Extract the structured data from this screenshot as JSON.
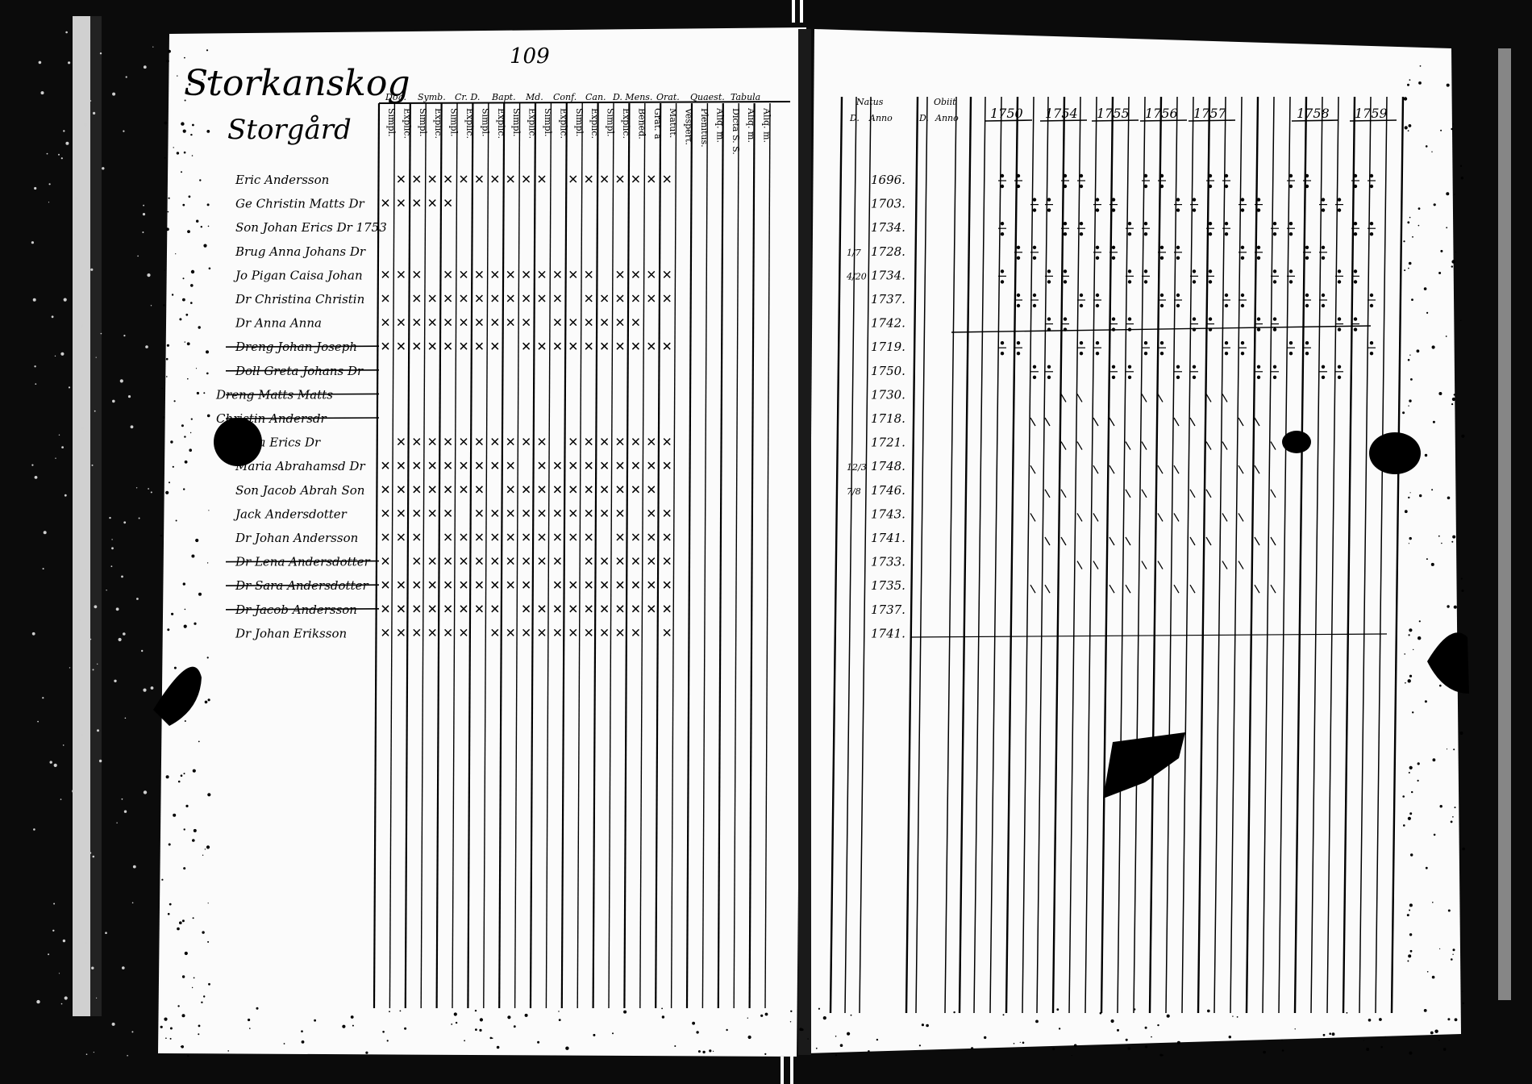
{
  "page_number": "109",
  "left_page": {
    "village": "Storkanskog",
    "farm": "Storgård",
    "column_headers": [
      "Dog.",
      "Symb.",
      "Cr. D.",
      "Bapt.",
      "Md.",
      "Conf.",
      "Can.",
      "D. Mens.",
      "Orat.",
      "Quaest.",
      "Tabula"
    ],
    "sub_headers": [
      "Simpl.",
      "Explic.",
      "Simpl.",
      "Explic.",
      "Simpl.",
      "Explic.",
      "Simpl.",
      "Explic.",
      "Simpl.",
      "Explic.",
      "Simpl.",
      "Explic.",
      "Simpl.",
      "Explic.",
      "Simpl.",
      "Explic.",
      "Bened.",
      "Grat. a",
      "Matut.",
      "Vespert.",
      "Plenitus.",
      "Aliq. m.",
      "Dicta S. S.",
      "Aliq. m.",
      "Aliq. m."
    ],
    "names": [
      "Eric Andersson",
      "Ge Christin Matts Dr",
      "Son Johan Erics Dr 1753",
      "Brug Anna Johans Dr",
      "Jo Pigan Caisa Johan",
      "Dr Christina Christin",
      "Dr Anna Anna",
      "Dreng Johan Joseph",
      "Doll Greta Johans Dr",
      "Dreng Matts Matts",
      "Christin Andersdr",
      "Lena Erics Dr",
      "Maria Abrahamsd Dr",
      "Son Jacob Abrah Son",
      "Jack Andersdotter",
      "Dr Johan Andersson",
      "Dr Lena Andersdotter",
      "Dr Sara Andersdotter",
      "Dr Jacob Andersson",
      "Dr Johan Eriksson"
    ]
  },
  "right_page": {
    "header_natus": "Natus",
    "header_obiit": "Obiit",
    "header_d": "D.",
    "header_anno": "Anno",
    "header_d2": "D.",
    "header_anno2": "Anno",
    "years": [
      "1750",
      "1754",
      "1755",
      "1756",
      "1757",
      "1758",
      "1759"
    ],
    "birth_years": [
      "1696.",
      "1703.",
      "1734.",
      "1728.",
      "1734.",
      "1737.",
      "1742.",
      "1719.",
      "1750.",
      "1730.",
      "1718.",
      "1721.",
      "1748.",
      "1746.",
      "1743.",
      "1741.",
      "1733.",
      "1735.",
      "1737.",
      "1741."
    ],
    "birth_days": [
      "",
      "",
      "",
      "1/7",
      "4/20",
      "",
      "",
      "",
      "",
      "",
      "",
      "",
      "12/3",
      "7/8",
      "",
      "",
      "",
      "",
      "",
      ""
    ]
  }
}
